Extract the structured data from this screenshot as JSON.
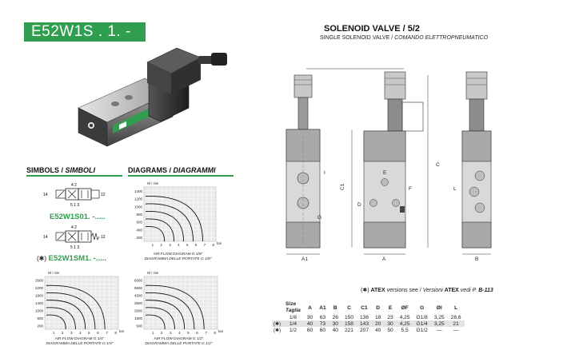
{
  "header": {
    "code": "E52W1S . 1. - .....",
    "title": "SOLENOID VALVE /  5/2",
    "subtitle_en": "SINGLE SOLENOID VALVE / ",
    "subtitle_it": "COMANDO ELETTROPNEUMATICO"
  },
  "sections": {
    "symbols_en": "SIMBOLS / ",
    "symbols_it": "SIMBOLI",
    "diagrams_en": "DIAGRAMS / ",
    "diagrams_it": "DIAGRAMMI"
  },
  "symbols": [
    {
      "code": "E52W1S01. -.....",
      "atex": false,
      "ports": {
        "top": "4  2",
        "bottom": "5 1 3",
        "left": "14",
        "right": "12"
      }
    },
    {
      "code": "E52W1SM1. -.....",
      "atex": true,
      "atex_mark": "(✱)",
      "ports": {
        "top": "4  2",
        "bottom": "5 1 3",
        "left": "14",
        "right": "12"
      }
    }
  ],
  "diagrams": [
    {
      "id": "d18",
      "y_unit": "Nl / min",
      "x_unit": "bar",
      "y_ticks": [
        "1400",
        "1200",
        "1000",
        "800",
        "600",
        "400",
        "200"
      ],
      "x_ticks": [
        "1",
        "2",
        "3",
        "4",
        "5",
        "6",
        "7",
        "8"
      ],
      "caption_en": "AIR FLOW DIAGRAM G 1/8\"",
      "caption_it": "DIAGRAMMA DELLE PORTATE G 1/8\""
    },
    {
      "id": "d14",
      "y_unit": "Nl / min",
      "x_unit": "bar",
      "y_ticks": [
        "2600",
        "2200",
        "1800",
        "1400",
        "1000",
        "600",
        "200"
      ],
      "x_ticks": [
        "1",
        "2",
        "3",
        "4",
        "5",
        "6",
        "7",
        "8"
      ],
      "caption_en": "AIR FLOW DIAGRAM G 1/4\"",
      "caption_it": "DIAGRAMMA DELLE PORTATE G 1/4\""
    },
    {
      "id": "d12",
      "y_unit": "Nl / min",
      "x_unit": "bar",
      "y_ticks": [
        "6000",
        "5500",
        "4500",
        "3500",
        "2500",
        "1500",
        "500"
      ],
      "x_ticks": [
        "1",
        "2",
        "3",
        "4",
        "5",
        "6",
        "7",
        "8"
      ],
      "caption_en": "AIR FLOW DIAGRAM G 1/2\"",
      "caption_it": "DIAGRAMMA DELLE PORTATE G 1/2\""
    }
  ],
  "drawing_labels": {
    "A1": "A1",
    "A": "A",
    "B": "B",
    "C": "C",
    "C1": "C1",
    "D": "D",
    "E": "E",
    "F": "F",
    "G": "G",
    "I": "I",
    "L": "L"
  },
  "atex_note": {
    "mark": "(✱)",
    "atex1": "ATEX",
    "text1": " versions see / ",
    "text2": "Versioni ",
    "atex2": "ATEX",
    "text3": " vedi  P. ",
    "page": "B-113"
  },
  "table": {
    "size_label": "Size",
    "taglia_label": "Taglia",
    "columns": [
      "A",
      "A1",
      "B",
      "C",
      "C1",
      "D",
      "E",
      "ØF",
      "G",
      "ØI",
      "L"
    ],
    "rows": [
      {
        "mark": "",
        "size": "1/8",
        "values": [
          "30",
          "63",
          "26",
          "150",
          "136",
          "18",
          "23",
          "4,25",
          "G1/8",
          "3,25",
          "28,6"
        ],
        "shaded": false
      },
      {
        "mark": "(✱)",
        "size": "1/4",
        "values": [
          "40",
          "73",
          "30",
          "158",
          "143",
          "20",
          "30",
          "4,25",
          "G1/4",
          "3,25",
          "21"
        ],
        "shaded": true
      },
      {
        "mark": "(✱)",
        "size": "1/2",
        "values": [
          "60",
          "60",
          "40",
          "221",
          "207",
          "40",
          "50",
          "5,5",
          "G1/2",
          "—",
          "—"
        ],
        "shaded": false
      }
    ]
  }
}
